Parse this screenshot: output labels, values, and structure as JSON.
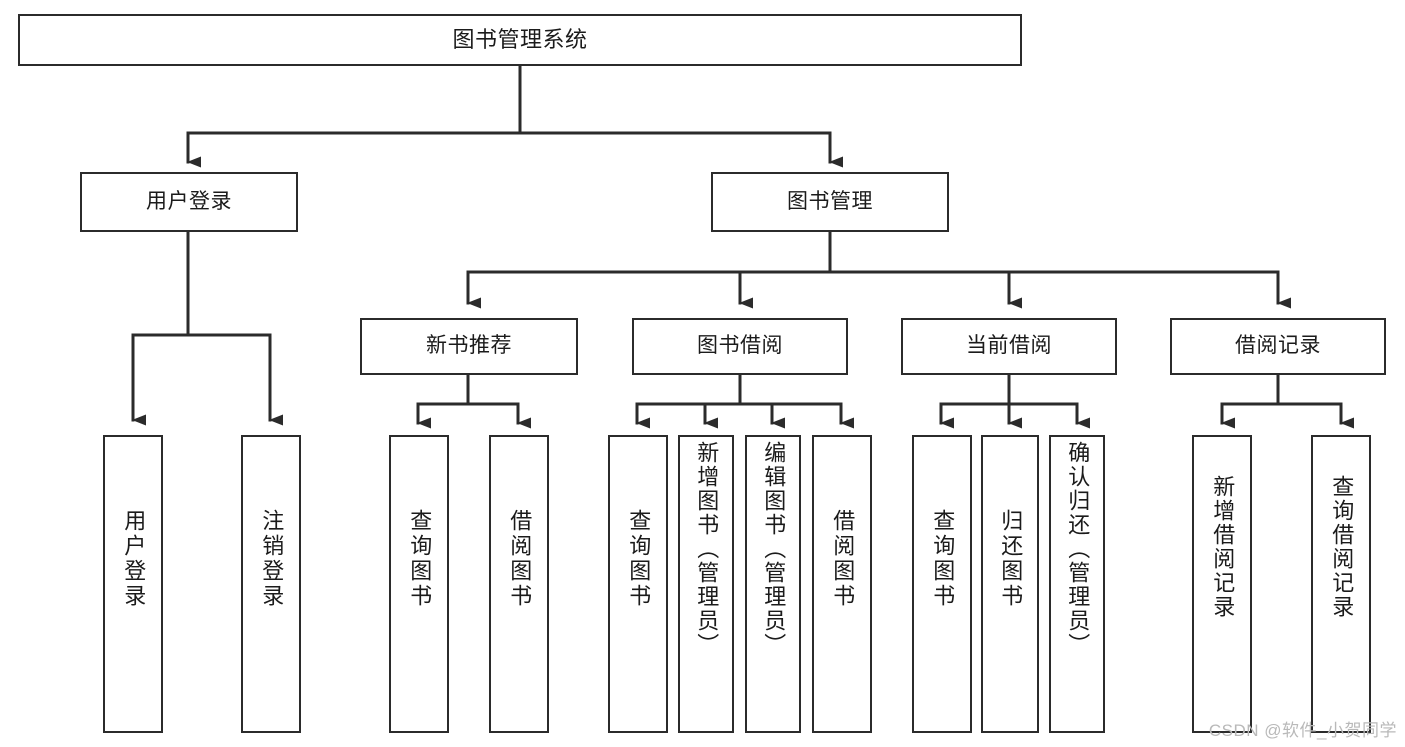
{
  "diagram": {
    "title": "图书管理系统",
    "type": "tree",
    "colors": {
      "box_stroke": "#2b2b2b",
      "box_fill": "#ffffff",
      "connector": "#2b2b2b",
      "text": "#1b1b1b",
      "watermark": "#b9b9b9"
    },
    "levels": {
      "root": {
        "label": "图书管理系统"
      },
      "level2": [
        {
          "id": "user-login",
          "label": "用户登录"
        },
        {
          "id": "book-manage",
          "label": "图书管理"
        }
      ],
      "level3": [
        {
          "id": "new-book-recommend",
          "label": "新书推荐"
        },
        {
          "id": "book-borrow",
          "label": "图书借阅"
        },
        {
          "id": "current-borrow",
          "label": "当前借阅"
        },
        {
          "id": "borrow-record",
          "label": "借阅记录"
        }
      ],
      "leaves": [
        {
          "id": "leaf-user-login",
          "parent": "user-login",
          "label": "用户登录"
        },
        {
          "id": "leaf-logout-login",
          "parent": "user-login",
          "label": "注销登录"
        },
        {
          "id": "leaf-query-book-1",
          "parent": "new-book-recommend",
          "label": "查询图书"
        },
        {
          "id": "leaf-borrow-book-1",
          "parent": "new-book-recommend",
          "label": "借阅图书"
        },
        {
          "id": "leaf-query-book-2",
          "parent": "book-borrow",
          "label": "查询图书"
        },
        {
          "id": "leaf-add-book",
          "parent": "book-borrow",
          "label": "新增图书（管理员）"
        },
        {
          "id": "leaf-edit-book",
          "parent": "book-borrow",
          "label": "编辑图书（管理员）"
        },
        {
          "id": "leaf-borrow-book-2",
          "parent": "book-borrow",
          "label": "借阅图书"
        },
        {
          "id": "leaf-query-book-3",
          "parent": "current-borrow",
          "label": "查询图书"
        },
        {
          "id": "leaf-return-book",
          "parent": "current-borrow",
          "label": "归还图书"
        },
        {
          "id": "leaf-confirm-return",
          "parent": "current-borrow",
          "label": "确认归还（管理员）"
        },
        {
          "id": "leaf-add-record",
          "parent": "borrow-record",
          "label": "新增借阅记录"
        },
        {
          "id": "leaf-query-record",
          "parent": "borrow-record",
          "label": "查询借阅记录"
        }
      ]
    },
    "watermark": "CSDN @软件_小贺同学"
  }
}
